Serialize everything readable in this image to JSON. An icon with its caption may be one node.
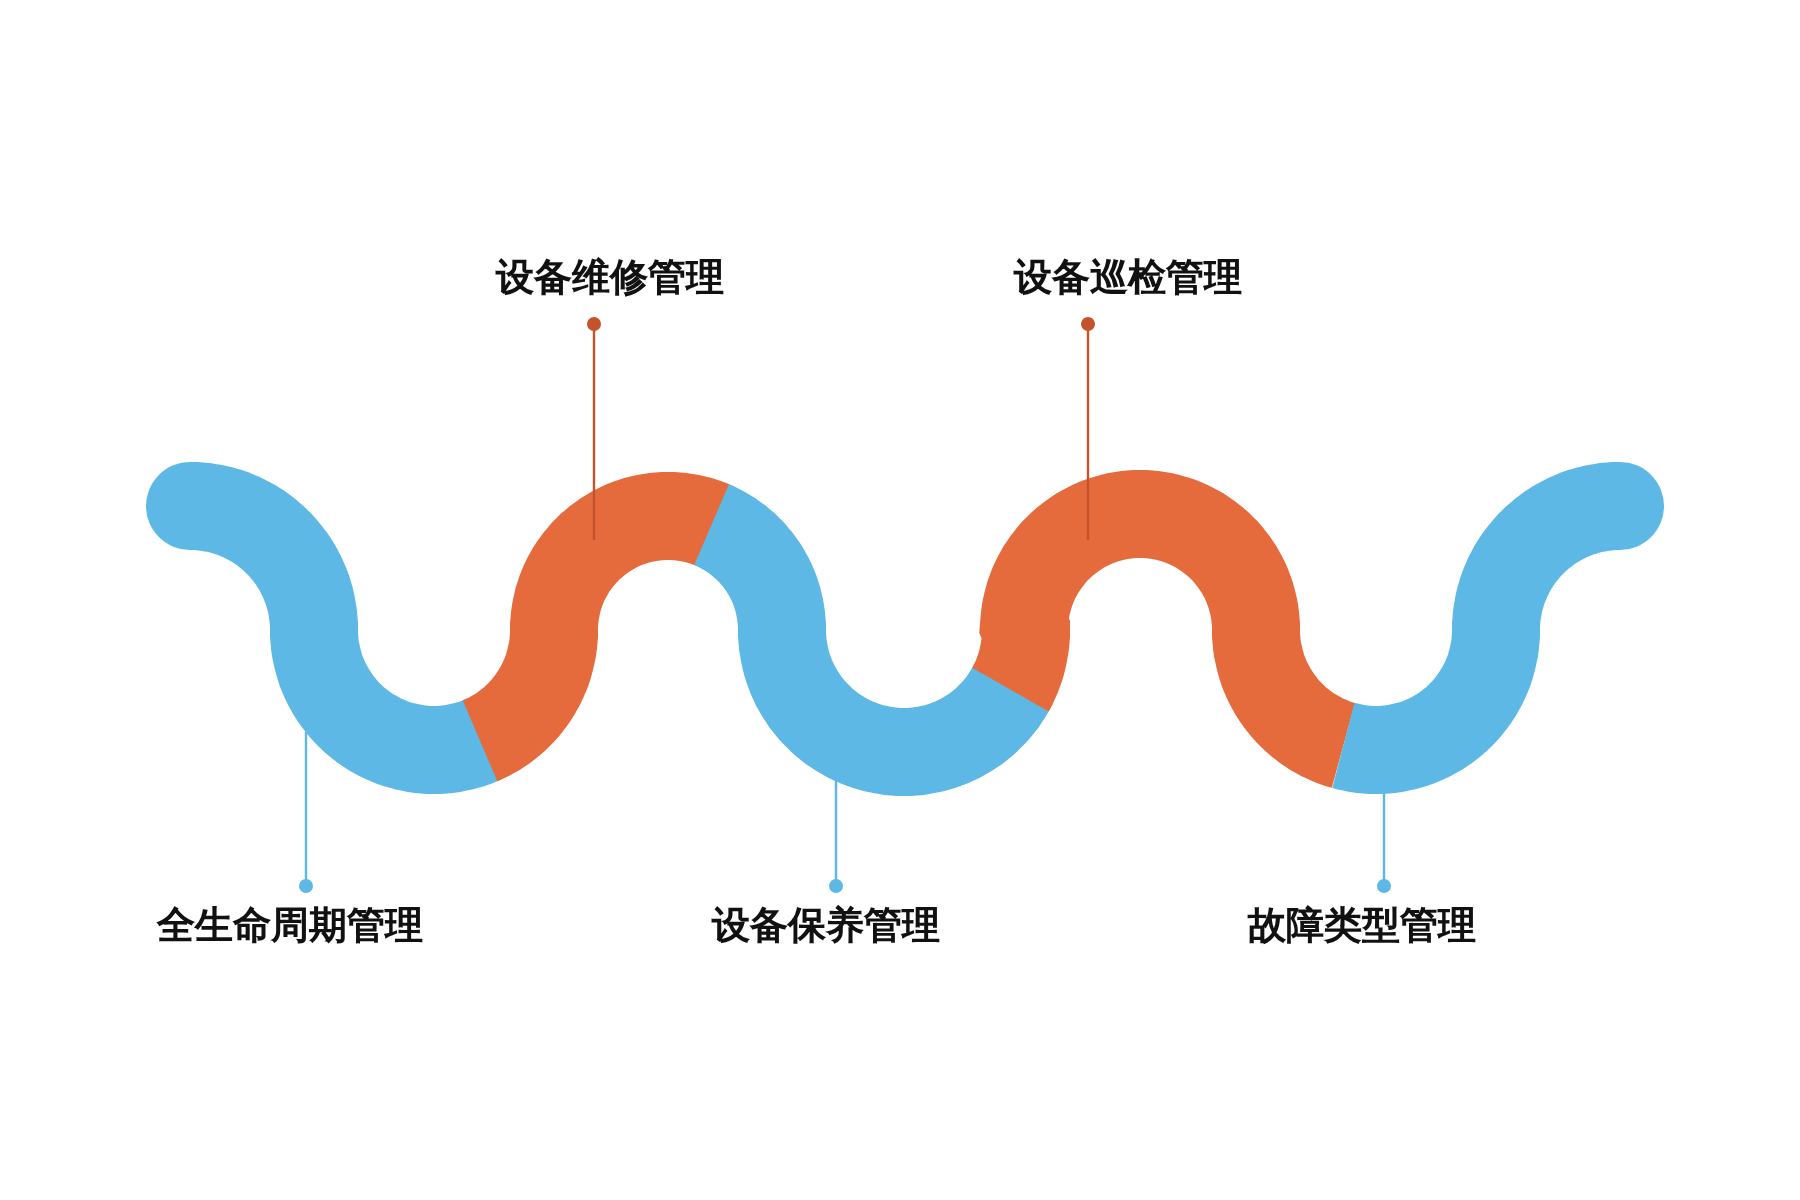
{
  "diagram": {
    "nodes": [
      {
        "text": [],
        "shape": "band"
      },
      {
        "text": [],
        "shape": "band"
      },
      {
        "text": [],
        "shape": "band"
      },
      {
        "text": [],
        "shape": "band"
      },
      {
        "text": [],
        "shape": "band"
      },
      {
        "text": [
          "设备维修管理"
        ]
      },
      {
        "text": [
          "设备巡检管理"
        ]
      },
      {
        "text": [
          "全生命周期管理"
        ]
      },
      {
        "text": [
          "设备保养管理"
        ]
      },
      {
        "text": [
          "故障类型管理"
        ]
      }
    ],
    "edges": [
      {
        "from": 5,
        "to": 1,
        "arrow": "other",
        "color": "#c4532c"
      },
      {
        "from": 6,
        "to": 3,
        "arrow": "other",
        "color": "#c4532c"
      },
      {
        "from": 7,
        "to": 0,
        "arrow": "other"
      },
      {
        "from": 8,
        "to": 2,
        "arrow": "other"
      },
      {
        "from": 9,
        "to": 4,
        "arrow": "other"
      }
    ]
  }
}
